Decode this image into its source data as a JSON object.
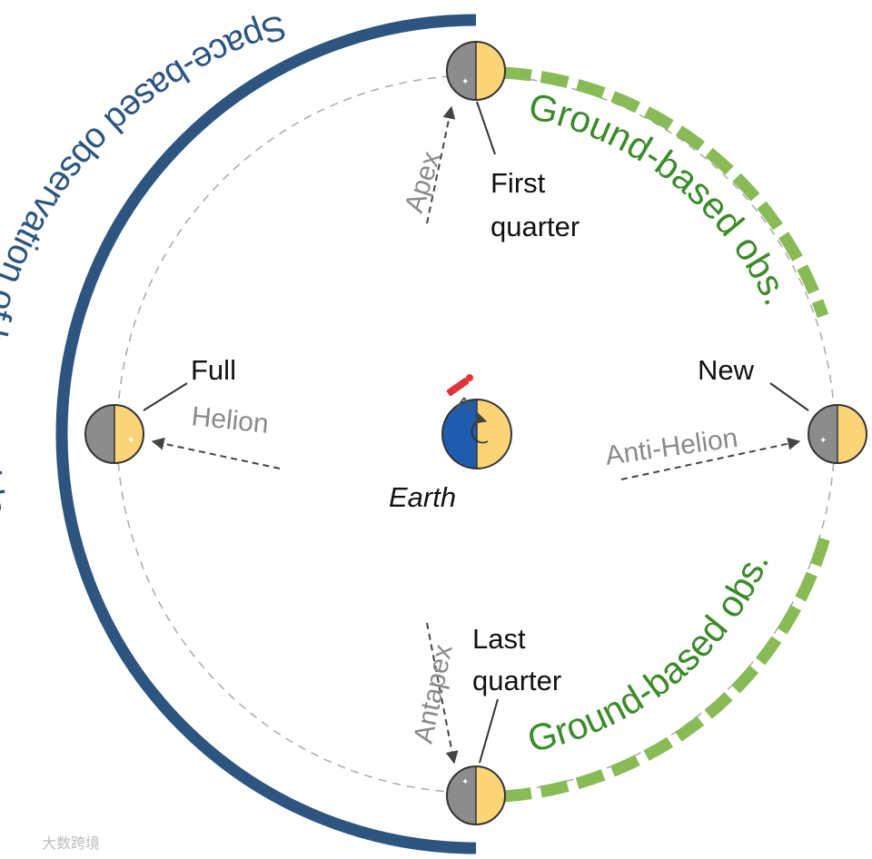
{
  "labels": {
    "space_obs": "Space-based observation of lunar farside",
    "ground_obs_top": "Ground-based obs.",
    "ground_obs_bottom": "Ground-based obs.",
    "first_quarter_line1": "First",
    "first_quarter_line2": "quarter",
    "last_quarter_line1": "Last",
    "last_quarter_line2": "quarter",
    "full": "Full",
    "new": "New",
    "earth": "Earth",
    "apex": "Apex",
    "antapex": "Antapex",
    "helion": "Helion",
    "anti_helion": "Anti-Helion",
    "watermark": "大数跨境"
  },
  "colors": {
    "space_arc": "#2d5580",
    "ground_arc": "#88bb55",
    "ground_text": "#3c8a2a",
    "moon_dark": "#8c8c8c",
    "moon_light": "#fbd477",
    "earth_blue": "#1f5cb0",
    "earth_light": "#fbd477",
    "telescope": "#e0343a",
    "orbit": "#aaaaaa",
    "arrow": "#444444",
    "grey_text": "#8a8a8a"
  },
  "icons": {
    "moon": "moon-phase-icon",
    "earth": "earth-icon",
    "telescope": "telescope-icon",
    "star": "star-icon"
  }
}
